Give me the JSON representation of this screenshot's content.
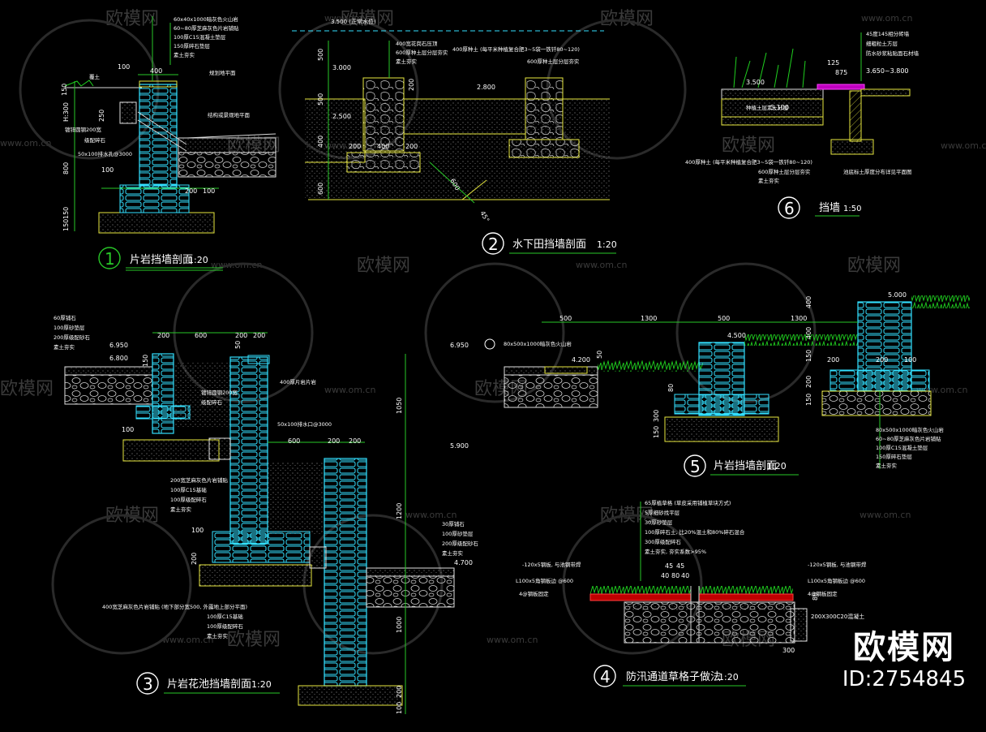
{
  "watermark": {
    "brand": "欧模网",
    "url": "www.om.cn"
  },
  "brand_badge": {
    "name": "欧模网",
    "id": "ID:2754845"
  },
  "colors": {
    "background": "#000000",
    "wall": "#33e0ff",
    "dimension": "#28c828",
    "border": "#e8e840",
    "grass": "#1fd01f"
  },
  "sections": [
    {
      "num": "1",
      "title": "片岩挡墙剖面",
      "scale": "1:20",
      "notes": [
        "60x40x1000暗灰色火山岩",
        "60~80厚芝麻灰色片岩铺贴",
        "100厚C15混凝土垫层",
        "150厚碎石垫层",
        "素土夯实"
      ],
      "side_notes": [
        "覆土",
        "规划地平面",
        "结构或景观地平面",
        "镀锌圆钢200宽",
        "级配碎石",
        "50x100排水孔@3000"
      ],
      "dims": [
        "100",
        "400",
        "150",
        "250",
        "H:300",
        "800",
        "150",
        "150",
        "100",
        "200",
        "100"
      ]
    },
    {
      "num": "2",
      "title": "水下田挡墙剖面",
      "scale": "1:20",
      "levels": [
        "3.500 (正常水位)",
        "3.000",
        "2.800",
        "2.500"
      ],
      "notes": [
        "400宽花岗石压顶",
        "600厚种土层分层夯实",
        "素土夯实",
        "400厚种土 (每平米种植复合肥3~5袋一铁钎80~120)",
        "600厚种土层分层夯实"
      ],
      "dims": [
        "500",
        "500",
        "400",
        "600",
        "200",
        "400",
        "200",
        "200",
        "600",
        "45°"
      ]
    },
    {
      "num": "6",
      "title": "挡墙",
      "scale": "1:50",
      "levels": [
        "3.500",
        "3.650~3.800",
        "3.100"
      ],
      "notes": [
        "45度145相分砖墙",
        "细粗粒土方层",
        "防水砂浆粘贴面石材墙",
        "种植土层素土分层",
        "400厚种土 (每平米种植复合肥3~5袋一铁钎80~120)",
        "600厚种土层分层夯实",
        "素土夯实",
        "池底标土厚度分布详见平面图"
      ],
      "dims": [
        "125",
        "875"
      ]
    },
    {
      "num": "3",
      "title": "片岩花池挡墙剖面",
      "scale": "1:20",
      "levels": [
        "6.950",
        "6.800",
        "6.950",
        "5.900",
        "4.700"
      ],
      "notes_left": [
        "60厚铺石",
        "100厚砂垫层",
        "200厚级配砂石",
        "素土夯实"
      ],
      "notes_mid": [
        "镀锌圆钢200宽",
        "级配碎石",
        "400厚片岩片岩",
        "50x100排水口@3000"
      ],
      "notes_lower": [
        "200宽芝麻灰色片岩铺贴",
        "100厚C15基础",
        "100厚级配碎石",
        "素土夯实"
      ],
      "notes_bottom": [
        "400宽芝麻灰色片岩铺贴 (地下部分宽500, 外露地上部分平面)",
        "100厚C15基础",
        "100厚级配碎石",
        "素土夯实"
      ],
      "notes_right": [
        "30厚铺石",
        "100厚砂垫层",
        "200厚级配砂石",
        "素土夯实"
      ],
      "dims": [
        "200",
        "600",
        "200",
        "200",
        "150",
        "50",
        "100",
        "1050",
        "600",
        "200",
        "200",
        "1200",
        "100",
        "200",
        "1000",
        "200",
        "100"
      ]
    },
    {
      "num": "5",
      "title": "片岩挡墙剖面",
      "scale": "1:20",
      "levels": [
        "5.000",
        "4.500",
        "4.200"
      ],
      "notes": [
        "80x500x1000暗灰色火山岩",
        "60~80厚芝麻灰色片岩铺贴",
        "100厚C15混凝土垫层",
        "150厚碎石垫层",
        "素土夯实"
      ],
      "dims": [
        "500",
        "1300",
        "500",
        "1300",
        "50",
        "400",
        "150",
        "200",
        "200",
        "100",
        "80",
        "400",
        "150",
        "200",
        "150",
        "300"
      ]
    },
    {
      "num": "4",
      "title": "防汛通道草格子做法",
      "scale": "1:20",
      "notes": [
        "65厚植草格 (草皮采用铺植草块方式)",
        "5厚细砂找平层",
        "30厚砂垫层",
        "100厚碎石土, 比20%混土和80%碎石混合",
        "300厚级配碎石",
        "素土夯实, 夯实系数>95%"
      ],
      "side_left": [
        "-120x5钢板, 与池钢带焊",
        "L100x5角钢板边 @600",
        "4@钢板固定"
      ],
      "side_right": [
        "-120x5钢板, 与池钢带焊",
        "L100x5角钢板边 @600",
        "4@钢板固定"
      ],
      "dims": [
        "45",
        "45",
        "40",
        "80",
        "40",
        "80",
        "200X300C20混凝土",
        "300"
      ]
    }
  ]
}
